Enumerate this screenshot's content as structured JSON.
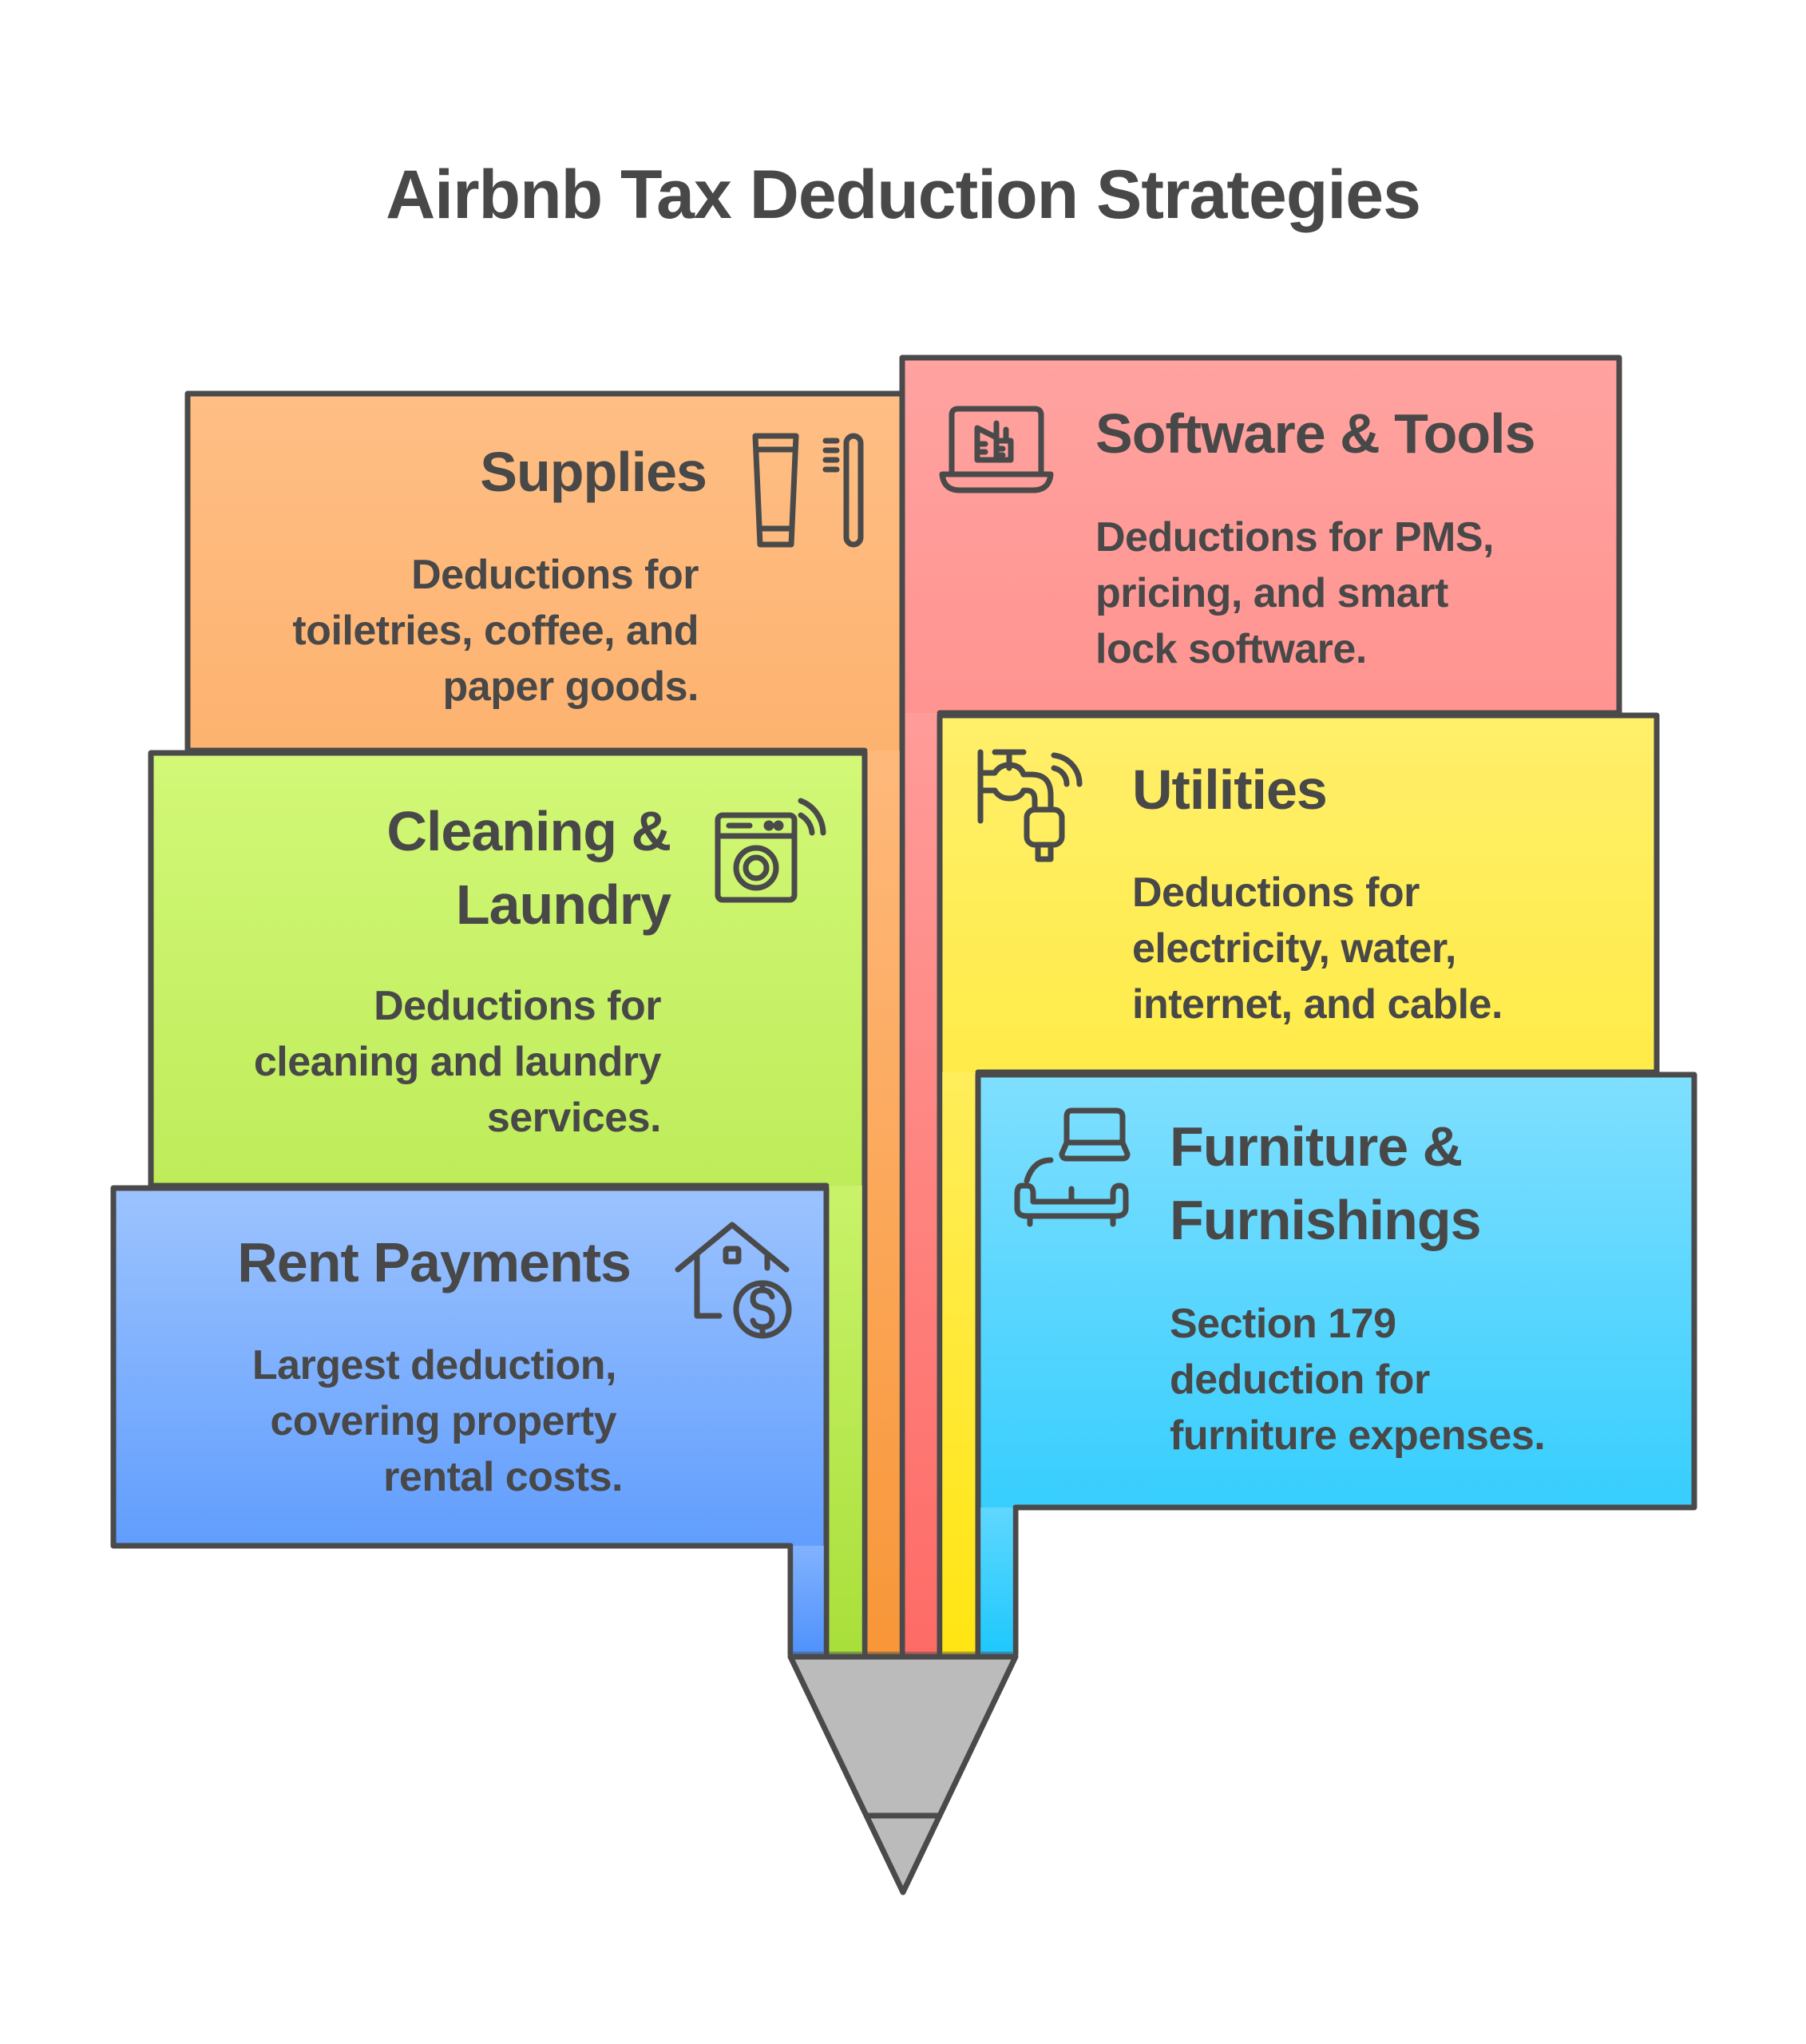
{
  "title": "Airbnb Tax Deduction Strategies",
  "colors": {
    "outline": "#4a4a4a",
    "text": "#484848",
    "pencil_tip": "#bbbbbb",
    "supplies": [
      "#ffbe85",
      "#f89638"
    ],
    "software": [
      "#ffa3a0",
      "#fe6b66"
    ],
    "cleaning": [
      "#d2f877",
      "#a9df3a"
    ],
    "utilities": [
      "#ffef6a",
      "#ffe512"
    ],
    "rent": [
      "#9cc3fe",
      "#4f92fd"
    ],
    "furniture": [
      "#80dffe",
      "#1ec8fe"
    ]
  },
  "items": [
    {
      "id": "supplies",
      "heading": "Supplies",
      "description_lines": [
        "Deductions for",
        "toiletries, coffee, and",
        "paper goods."
      ],
      "icon": "toothpaste-toothbrush-icon"
    },
    {
      "id": "software",
      "heading": "Software & Tools",
      "description_lines": [
        "Deductions for PMS,",
        "pricing, and smart",
        "lock software."
      ],
      "icon": "laptop-city-icon"
    },
    {
      "id": "cleaning",
      "heading_lines": [
        "Cleaning &",
        "Laundry"
      ],
      "description_lines": [
        "Deductions for",
        "cleaning and laundry",
        "services."
      ],
      "icon": "smart-washing-machine-icon"
    },
    {
      "id": "utilities",
      "heading": "Utilities",
      "description_lines": [
        "Deductions for",
        "electricity, water,",
        "internet, and cable."
      ],
      "icon": "smart-faucet-icon"
    },
    {
      "id": "rent",
      "heading": "Rent Payments",
      "description_lines": [
        "Largest deduction,",
        "covering property",
        "rental costs."
      ],
      "icon": "house-dollar-icon"
    },
    {
      "id": "furniture",
      "heading_lines": [
        "Furniture &",
        "Furnishings"
      ],
      "description_lines": [
        "Section 179",
        "deduction for",
        "furniture expenses."
      ],
      "icon": "sofa-laptop-icon"
    }
  ]
}
